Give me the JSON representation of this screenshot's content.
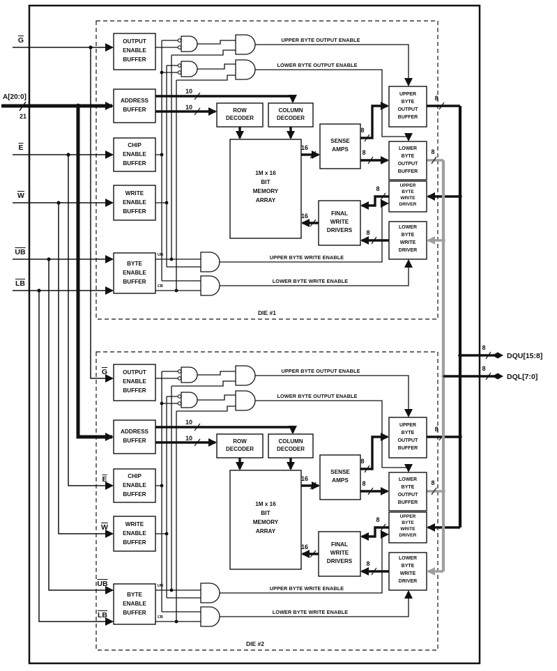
{
  "pins": {
    "g": "G",
    "a": "A[20:0]",
    "e": "E",
    "w": "W",
    "ub": "UB",
    "lb": "LB",
    "dqu": "DQU[15:8]",
    "dql": "DQL[7:0]"
  },
  "blocks": {
    "output_enable_buffer": [
      "OUTPUT",
      "ENABLE",
      "BUFFER"
    ],
    "address_buffer": [
      "ADDRESS",
      "BUFFER"
    ],
    "chip_enable_buffer": [
      "CHIP",
      "ENABLE",
      "BUFFER"
    ],
    "write_enable_buffer": [
      "WRITE",
      "ENABLE",
      "BUFFER"
    ],
    "byte_enable_buffer": [
      "BYTE",
      "ENABLE",
      "BUFFER"
    ],
    "row_decoder": [
      "ROW",
      "DECODER"
    ],
    "column_decoder": [
      "COLUMN",
      "DECODER"
    ],
    "memory_array": [
      "1M x 16",
      "BIT",
      "MEMORY",
      "ARRAY"
    ],
    "sense_amps": [
      "SENSE",
      "AMPS"
    ],
    "final_write_drivers": [
      "FINAL",
      "WRITE",
      "DRIVERS"
    ],
    "upper_byte_output_buffer": [
      "UPPER",
      "BYTE",
      "OUTPUT",
      "BUFFER"
    ],
    "lower_byte_output_buffer": [
      "LOWER",
      "BYTE",
      "OUTPUT",
      "BUFFER"
    ],
    "upper_byte_write_driver": [
      "UPPER",
      "BYTE",
      "WRITE",
      "DRIVER"
    ],
    "lower_byte_write_driver": [
      "LOWER",
      "BYTE",
      "WRITE",
      "DRIVER"
    ]
  },
  "nets": {
    "upper_byte_output_enable": "UPPER BYTE OUTPUT ENABLE",
    "lower_byte_output_enable": "LOWER BYTE OUTPUT ENABLE",
    "upper_byte_write_enable": "UPPER BYTE WRITE ENABLE",
    "lower_byte_write_enable": "LOWER BYTE WRITE ENABLE",
    "ub_tap": "UB",
    "lb_tap": "LB"
  },
  "bus_widths": {
    "w8": "8",
    "w10": "10",
    "w16": "16",
    "w21": "21"
  },
  "dies": {
    "die1": "DIE #1",
    "die2": "DIE #2"
  },
  "colors": {
    "line": "#111111",
    "gray_bus": "#9e9e9e",
    "background": "#ffffff"
  }
}
